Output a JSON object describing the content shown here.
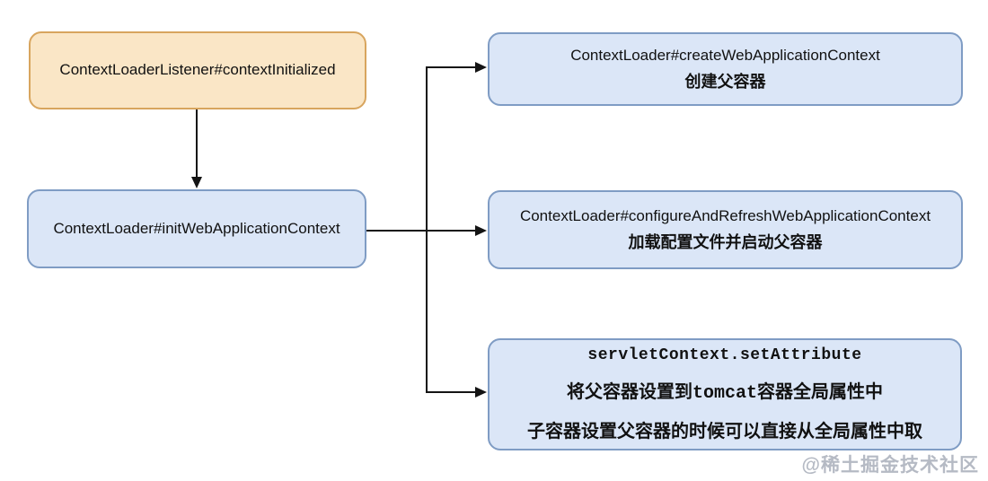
{
  "flowchart": {
    "nodes": {
      "context_initialized": {
        "label": "ContextLoaderListener#contextInitialized",
        "style": "highlight"
      },
      "init_web_application_context": {
        "label": "ContextLoader#initWebApplicationContext",
        "style": "default"
      },
      "create_web_application_context": {
        "label": "ContextLoader#createWebApplicationContext",
        "description": "创建父容器",
        "style": "default"
      },
      "configure_and_refresh_web_application_context": {
        "label": "ContextLoader#configureAndRefreshWebApplicationContext",
        "description": "加载配置文件并启动父容器",
        "style": "default"
      },
      "servlet_context_set_attribute": {
        "label": "servletContext.setAttribute",
        "description_line1": "将父容器设置到tomcat容器全局属性中",
        "description_line2": "子容器设置父容器的时候可以直接从全局属性中取",
        "style": "default"
      }
    },
    "edges": [
      {
        "from": "context_initialized",
        "to": "init_web_application_context"
      },
      {
        "from": "init_web_application_context",
        "to": "create_web_application_context"
      },
      {
        "from": "init_web_application_context",
        "to": "configure_and_refresh_web_application_context"
      },
      {
        "from": "init_web_application_context",
        "to": "servlet_context_set_attribute"
      }
    ],
    "watermark": "@稀土掘金技术社区",
    "colors": {
      "highlight_node_fill": "#fae6c6",
      "highlight_node_border": "#d8a55e",
      "node_fill": "#dbe6f7",
      "node_border": "#7f9cc4",
      "connector": "#141414",
      "text": "#111111",
      "watermark_text": "#b5bac4",
      "background": "#ffffff"
    }
  }
}
